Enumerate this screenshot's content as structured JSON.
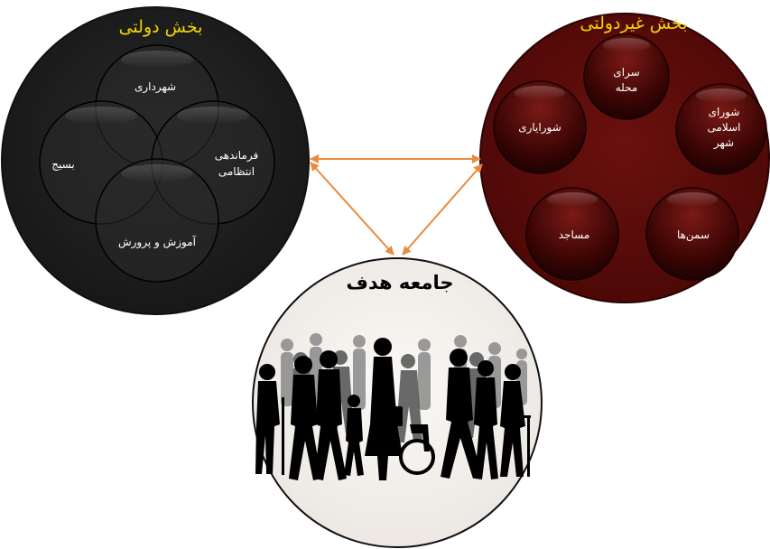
{
  "government": {
    "title": "بخش دولتی",
    "items": [
      {
        "label": "شهرداری"
      },
      {
        "label": "بسیج"
      },
      {
        "label": "فرماندهی انتظامی",
        "lines": [
          "فرماندهی",
          "انتظامی"
        ]
      },
      {
        "label": "آموزش و پرورش"
      }
    ]
  },
  "nongovernment": {
    "title": "بخش غیردولتی",
    "items": [
      {
        "label": "سرای محله",
        "lines": [
          "سرای",
          "محله"
        ]
      },
      {
        "label": "شورایاری"
      },
      {
        "label": "شورای اسلامی شهر",
        "lines": [
          "شورای",
          "اسلامی",
          "شهر"
        ]
      },
      {
        "label": "مساجد"
      },
      {
        "label": "سمن‌ها"
      }
    ]
  },
  "target": {
    "title": "جامعه هدف"
  },
  "colors": {
    "government_fill": "#222222",
    "nongovernment_fill": "#5a0d0b",
    "target_fill": "#f3efeb",
    "arrow": "#e98a3e",
    "title_yellow": "#f2d400"
  }
}
